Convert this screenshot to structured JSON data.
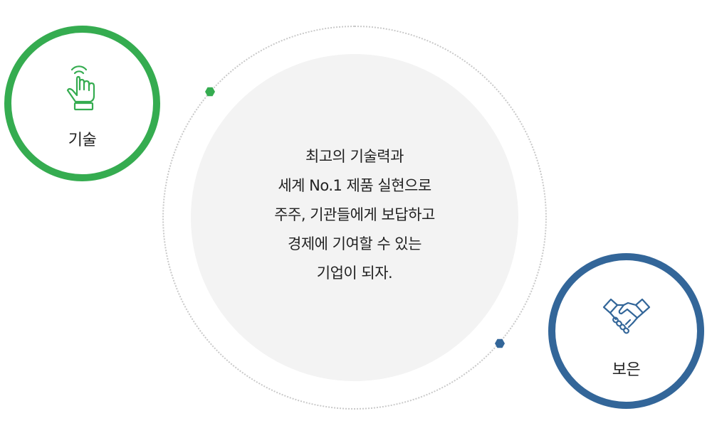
{
  "colors": {
    "tech_accent": "#35ac50",
    "reward_accent": "#336699",
    "center_fill": "#f3f3f3",
    "orbit_dots": "#c9c9c9"
  },
  "center": {
    "lines": [
      "최고의 기술력과",
      "세계 No.1 제품 실현으로",
      "주주, 기관들에게 보답하고",
      "경제에 기여할 수 있는",
      "기업이 되자."
    ]
  },
  "badges": {
    "tech": {
      "label": "기술",
      "icon": "touch-hand-icon"
    },
    "reward": {
      "label": "보은",
      "icon": "handshake-icon"
    }
  }
}
